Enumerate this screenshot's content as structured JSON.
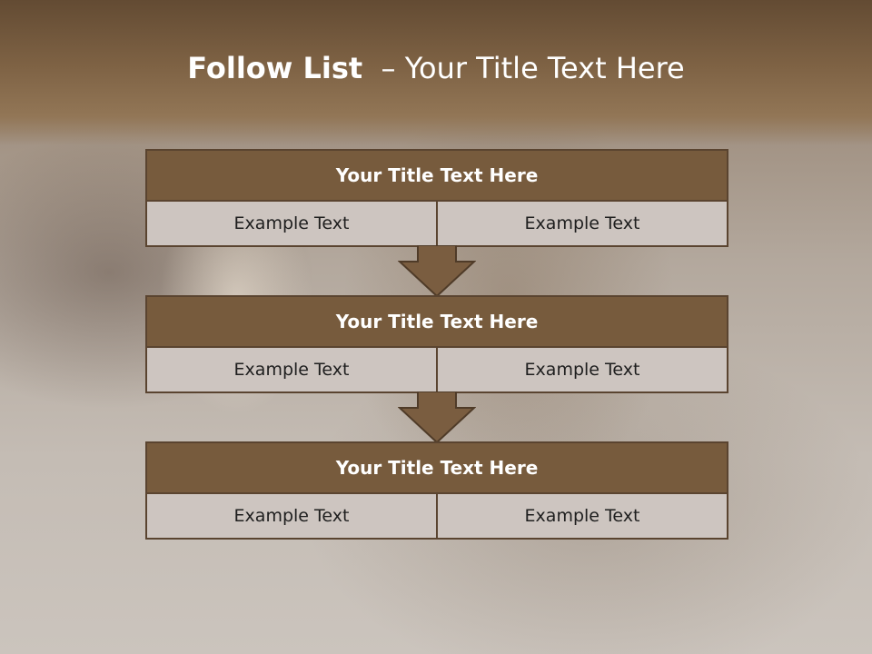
{
  "slide": {
    "title_bold": "Follow List",
    "title_rest": "– Your Title Text Here"
  },
  "steps": [
    {
      "title": "Your Title Text Here",
      "left": "Example Text",
      "right": "Example Text"
    },
    {
      "title": "Your Title Text Here",
      "left": "Example Text",
      "right": "Example Text"
    },
    {
      "title": "Your Title Text Here",
      "left": "Example Text",
      "right": "Example Text"
    }
  ],
  "colors": {
    "header": "#7e6244",
    "block_title": "#775b3d",
    "cell": "#cdc5c0",
    "arrow": "#7a5d40"
  }
}
